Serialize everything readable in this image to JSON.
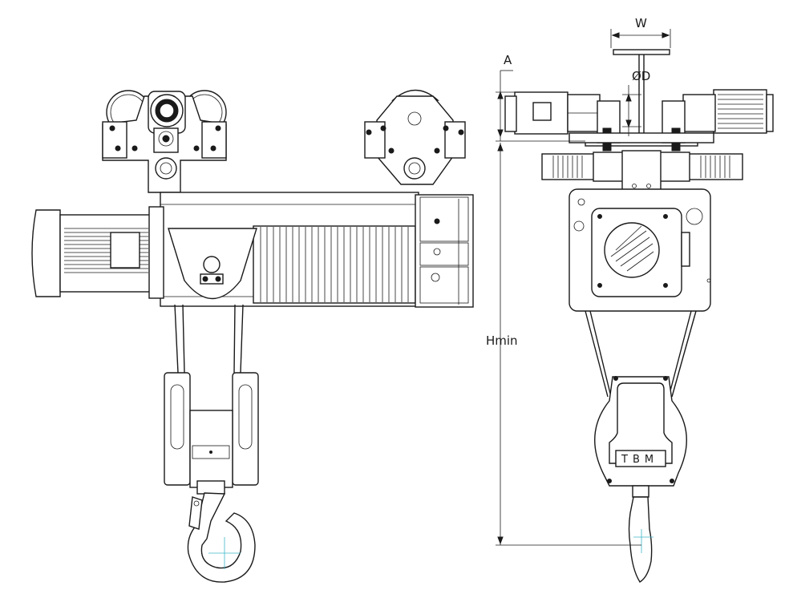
{
  "dimensions": {
    "width_label": "W",
    "approach_label": "A",
    "diameter_label": "ØD",
    "height_label": "Hmin"
  },
  "branding": {
    "hook_block_text": "TBM"
  },
  "colors": {
    "line": "#1a1a1a",
    "center_mark": "#3fb7c9",
    "background": "#ffffff"
  }
}
